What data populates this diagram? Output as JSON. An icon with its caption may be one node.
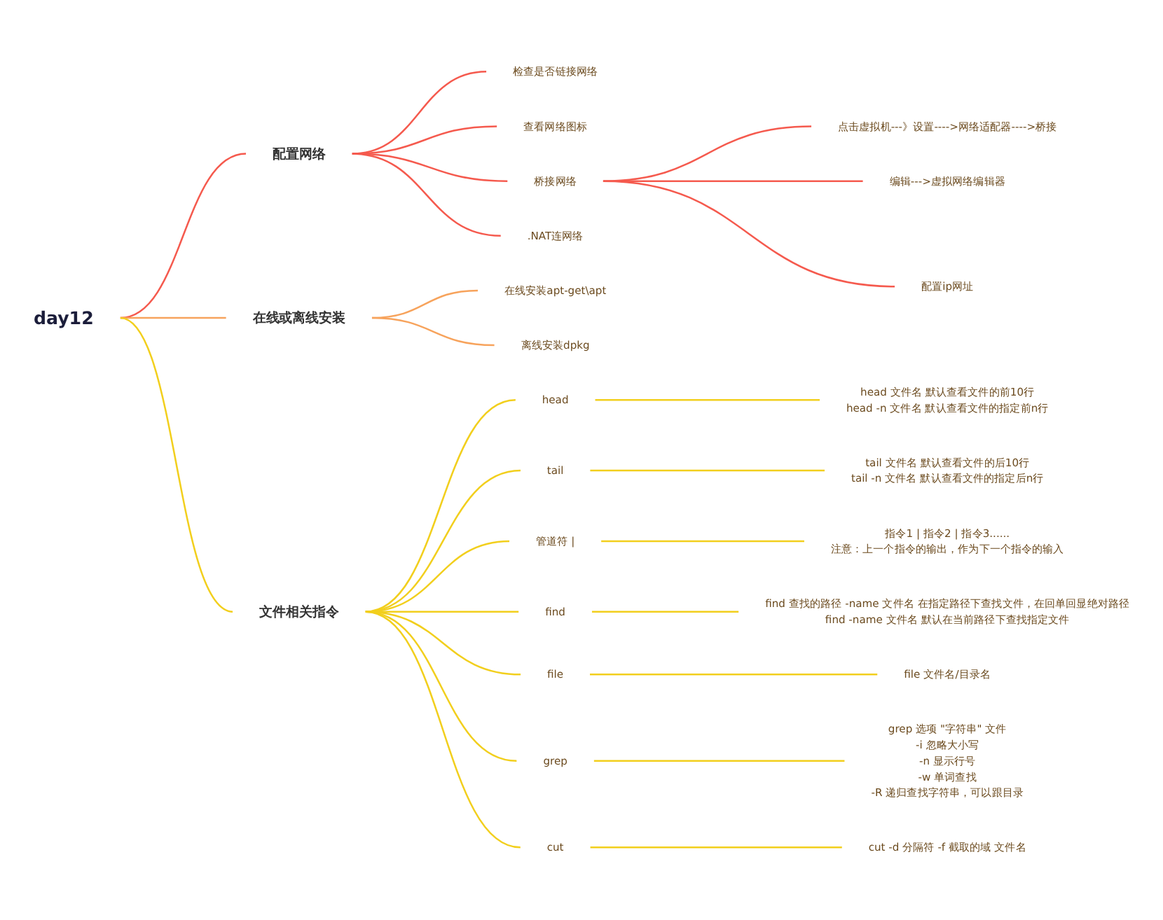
{
  "diagram": {
    "nodes": [
      {
        "text": [
          "day12"
        ]
      },
      {
        "text": [
          "配置网络"
        ]
      },
      {
        "text": [
          "检查是否链接网络"
        ]
      },
      {
        "text": [
          "查看网络图标"
        ]
      },
      {
        "text": [
          "桥接网络"
        ]
      },
      {
        "text": [
          "点击虚拟机---》设置---->网络适配器---->桥接"
        ]
      },
      {
        "text": [
          "编辑--->虚拟网络编辑器"
        ]
      },
      {
        "text": [
          "配置ip网址"
        ]
      },
      {
        "text": [
          ".NAT连网络"
        ]
      },
      {
        "text": [
          "在线或离线安装"
        ]
      },
      {
        "text": [
          "在线安装apt-get\\apt"
        ]
      },
      {
        "text": [
          "离线安装dpkg"
        ]
      },
      {
        "text": [
          "文件相关指令"
        ]
      },
      {
        "text": [
          "head"
        ]
      },
      {
        "text": [
          "head 文件名 默认查看文件的前10行",
          "head -n 文件名 默认查看文件的指定前n行"
        ]
      },
      {
        "text": [
          "tail"
        ]
      },
      {
        "text": [
          "tail 文件名 默认查看文件的后10行",
          "tail -n 文件名 默认查看文件的指定后n行"
        ]
      },
      {
        "text": [
          "管道符 |"
        ]
      },
      {
        "text": [
          "指令1 | 指令2 | 指令3......",
          "注意：上一个指令的输出，作为下一个指令的输入"
        ]
      },
      {
        "text": [
          "find"
        ]
      },
      {
        "text": [
          "find 查找的路径 -name 文件名 在指定路径下查找文件，在回单回显绝对路径",
          "find -name 文件名 默认在当前路径下查找指定文件"
        ]
      },
      {
        "text": [
          "file"
        ]
      },
      {
        "text": [
          "file 文件名/目录名"
        ]
      },
      {
        "text": [
          "grep"
        ]
      },
      {
        "text": [
          "grep 选项 \"字符串\" 文件",
          "-i 忽略大小写",
          "-n 显示行号",
          "-w 单词查找",
          "-R 递归查找字符串，可以跟目录"
        ]
      },
      {
        "text": [
          "cut"
        ]
      },
      {
        "text": [
          "cut -d 分隔符 -f 截取的域 文件名"
        ]
      }
    ],
    "edges": [
      {
        "from": 0,
        "to": 1,
        "arrow": "none",
        "color": "#f55a4e"
      },
      {
        "from": 1,
        "to": 2,
        "arrow": "none",
        "color": "#f55a4e"
      },
      {
        "from": 1,
        "to": 3,
        "arrow": "none",
        "color": "#f55a4e"
      },
      {
        "from": 1,
        "to": 4,
        "arrow": "none",
        "color": "#f55a4e"
      },
      {
        "from": 4,
        "to": 5,
        "arrow": "none",
        "color": "#f55a4e"
      },
      {
        "from": 4,
        "to": 6,
        "arrow": "none",
        "color": "#f55a4e"
      },
      {
        "from": 4,
        "to": 7,
        "arrow": "none",
        "color": "#f55a4e"
      },
      {
        "from": 1,
        "to": 8,
        "arrow": "none",
        "color": "#f55a4e"
      },
      {
        "from": 0,
        "to": 9,
        "arrow": "none",
        "color": "#f7a35c"
      },
      {
        "from": 9,
        "to": 10,
        "arrow": "none",
        "color": "#f7a35c"
      },
      {
        "from": 9,
        "to": 11,
        "arrow": "none",
        "color": "#f7a35c"
      },
      {
        "from": 0,
        "to": 12,
        "arrow": "none"
      },
      {
        "from": 12,
        "to": 13,
        "arrow": "none"
      },
      {
        "from": 13,
        "to": 14,
        "arrow": "none"
      },
      {
        "from": 12,
        "to": 15,
        "arrow": "none"
      },
      {
        "from": 15,
        "to": 16,
        "arrow": "none"
      },
      {
        "from": 12,
        "to": 17,
        "arrow": "none"
      },
      {
        "from": 17,
        "to": 18,
        "arrow": "none"
      },
      {
        "from": 12,
        "to": 19,
        "arrow": "none"
      },
      {
        "from": 19,
        "to": 20,
        "arrow": "none"
      },
      {
        "from": 12,
        "to": 21,
        "arrow": "none"
      },
      {
        "from": 21,
        "to": 22,
        "arrow": "none"
      },
      {
        "from": 12,
        "to": 23,
        "arrow": "none"
      },
      {
        "from": 23,
        "to": 24,
        "arrow": "none"
      },
      {
        "from": 12,
        "to": 25,
        "arrow": "none"
      },
      {
        "from": 25,
        "to": 26,
        "arrow": "none"
      }
    ]
  }
}
